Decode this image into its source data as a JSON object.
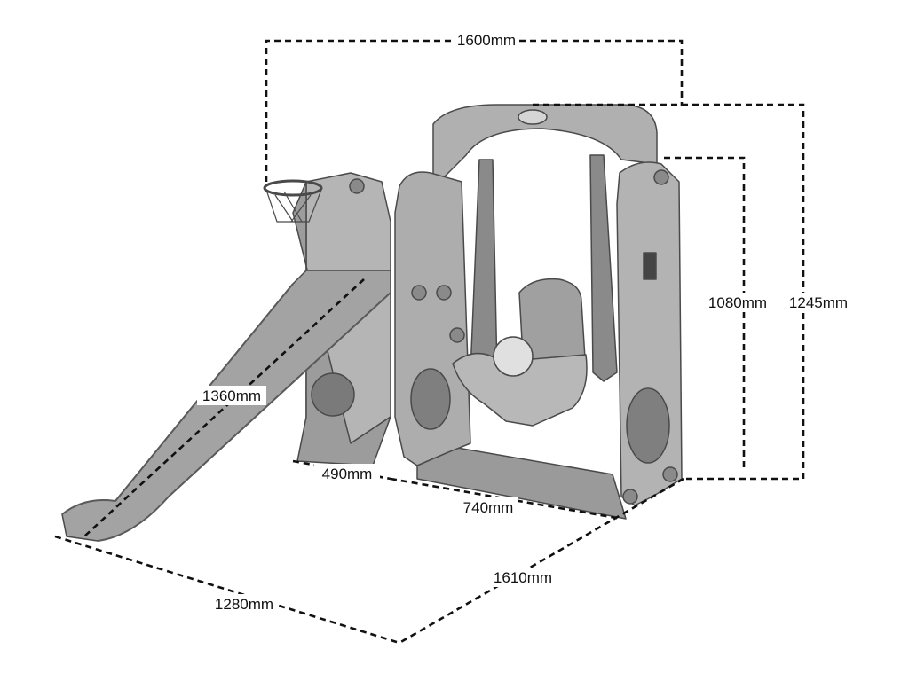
{
  "dimensions": {
    "overall_width": "1600mm",
    "arch_height": "1245mm",
    "tower_height": "1080mm",
    "slide_length": "1360mm",
    "slide_depth": "490mm",
    "swing_width": "740mm",
    "side_depth": "1610mm",
    "slide_base": "1280mm"
  },
  "colors": {
    "plastic": "#a9a9a9",
    "plastic_dark": "#8c8c8c",
    "plastic_light": "#c4c4c4",
    "outline": "#4a4a4a",
    "dash": "#111111",
    "background": "#ffffff"
  }
}
